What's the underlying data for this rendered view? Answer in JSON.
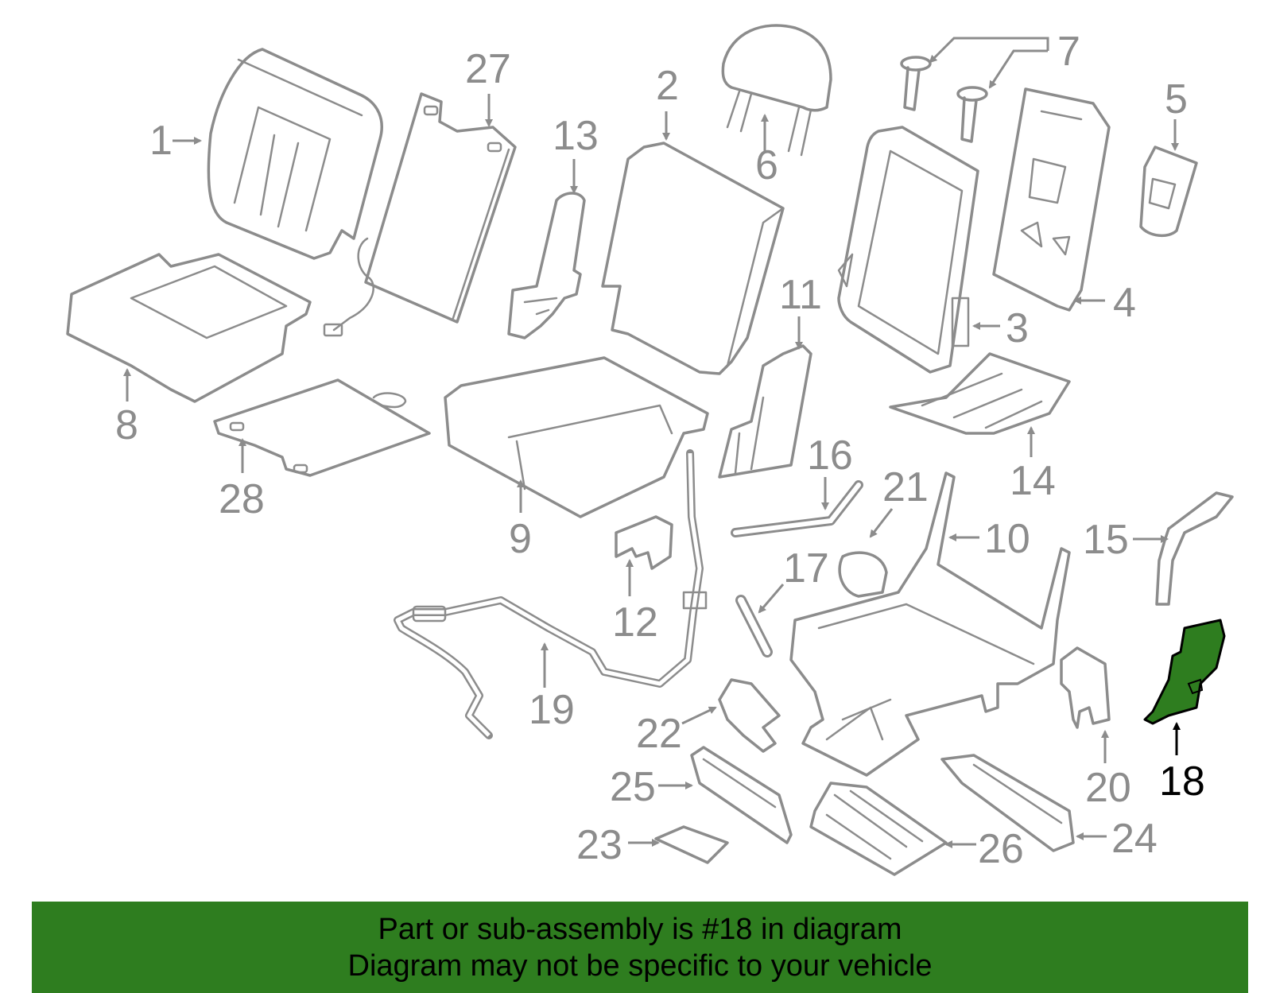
{
  "colors": {
    "part_stroke": "#8c8c8c",
    "highlight_fill": "#2e7d1f",
    "banner_bg": "#2e7d1f",
    "banner_text": "#000000"
  },
  "highlighted_part": "18",
  "callouts": {
    "c1": "1",
    "c2": "2",
    "c3": "3",
    "c4": "4",
    "c5": "5",
    "c6": "6",
    "c7": "7",
    "c8": "8",
    "c9": "9",
    "c10": "10",
    "c11": "11",
    "c12": "12",
    "c13": "13",
    "c14": "14",
    "c15": "15",
    "c16": "16",
    "c17": "17",
    "c18": "18",
    "c19": "19",
    "c20": "20",
    "c21": "21",
    "c22": "22",
    "c23": "23",
    "c24": "24",
    "c25": "25",
    "c26": "26",
    "c27": "27",
    "c28": "28"
  },
  "banner": {
    "line1": "Part or sub-assembly is #18 in diagram",
    "line2": "Diagram may not be specific to your vehicle"
  }
}
